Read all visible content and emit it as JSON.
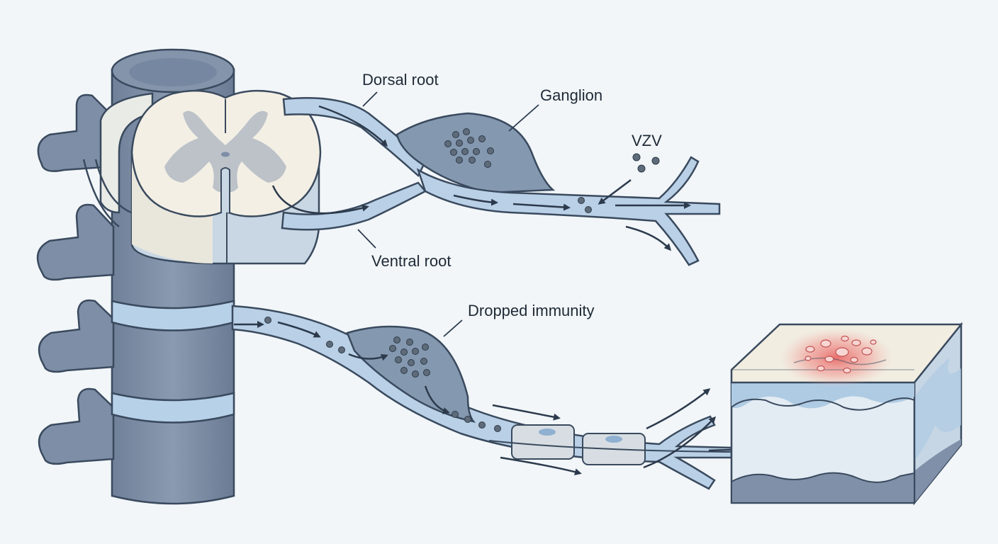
{
  "labels": {
    "dorsal_root": "Dorsal root",
    "ganglion": "Ganglion",
    "virus": "VZV",
    "ventral_root": "Ventral root",
    "trigger": "Dropped immunity"
  },
  "colors": {
    "background": "#f2f6f9",
    "bone": "#7d8ea6",
    "outline": "#3a4a5e",
    "nerve": "#b9d0e6",
    "ganglion": "#8498b0",
    "cord_white": "#f3efe4",
    "cord_grey": "#bcc2c8",
    "disc": "#b7d1e8",
    "skin_inflamed": "#e85a5a",
    "arrow": "#2c3a4c"
  },
  "icons": {
    "virus_particle": "dark-grey-dot",
    "blister": "fluid-vesicle"
  }
}
